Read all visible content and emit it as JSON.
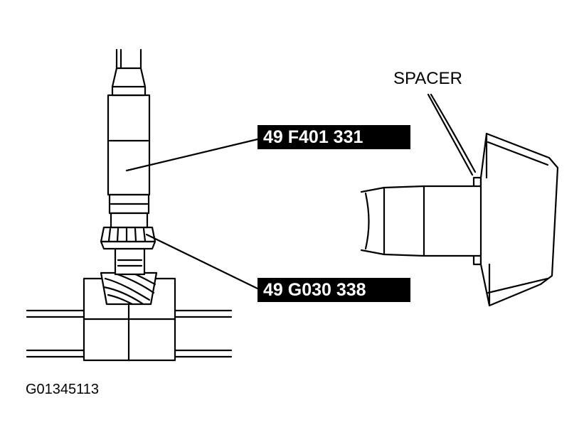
{
  "labels": {
    "spacer": "SPACER",
    "tool_upper": "49 F401 331",
    "tool_lower": "49 G030 338",
    "figure_id": "G01345113"
  },
  "colors": {
    "ink": "#000000",
    "background": "#ffffff",
    "label_fill": "#000000",
    "label_text": "#ffffff"
  }
}
